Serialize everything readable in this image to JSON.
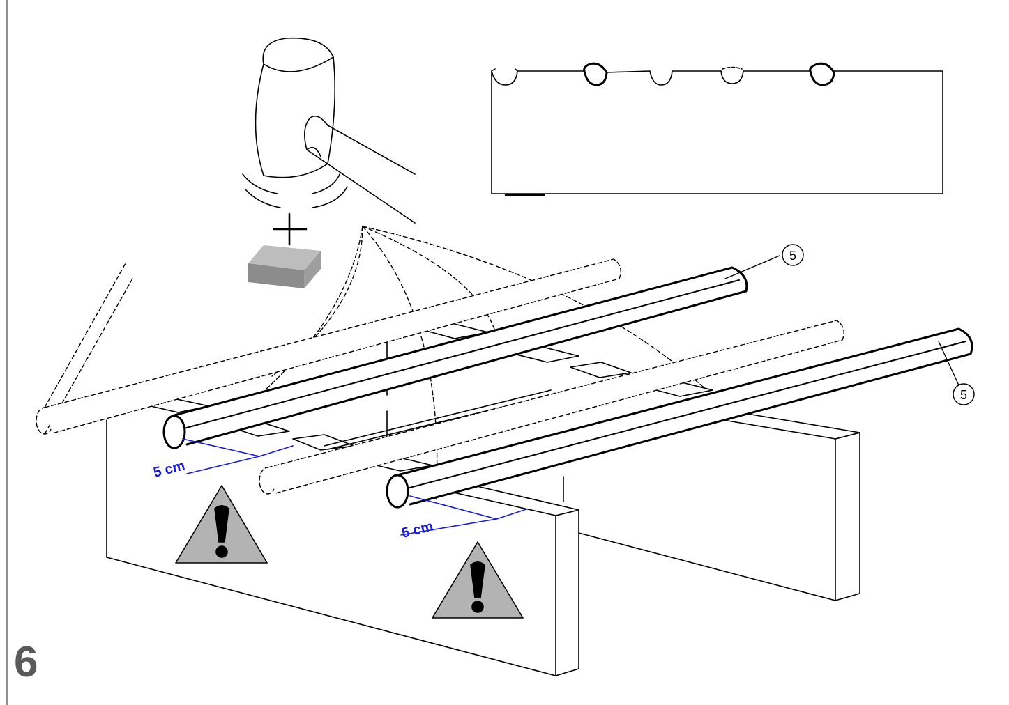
{
  "step": {
    "number": "6"
  },
  "measurements": {
    "left_offset": "5 cm",
    "right_offset": "5 cm"
  },
  "part_labels": {
    "rod_a": "5",
    "rod_b": "5"
  },
  "colors": {
    "dimension": "#1a1adb",
    "warning_fill": "#b3b3b3",
    "block_top": "#bdbdbd",
    "block_side": "#8c8c8c",
    "step_number": "#5a5a5a"
  },
  "icons": [
    "rubber-mallet-icon",
    "wood-block-icon",
    "plus-icon",
    "warning-icon"
  ]
}
